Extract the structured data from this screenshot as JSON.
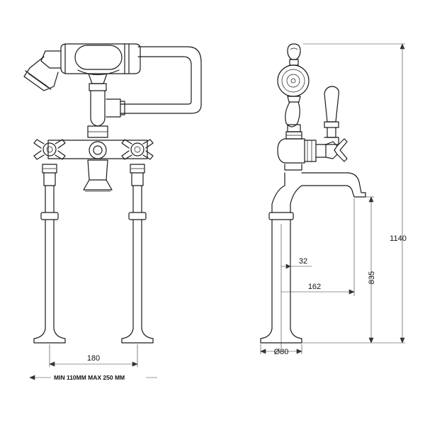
{
  "dimensions": {
    "pillar_spacing": "180",
    "spacing_note": "MIN 110MM  MAX 250 MM",
    "spout_offset": "32",
    "spout_reach": "162",
    "spout_height": "835",
    "total_height": "1140",
    "base_diameter": "Ø80"
  }
}
